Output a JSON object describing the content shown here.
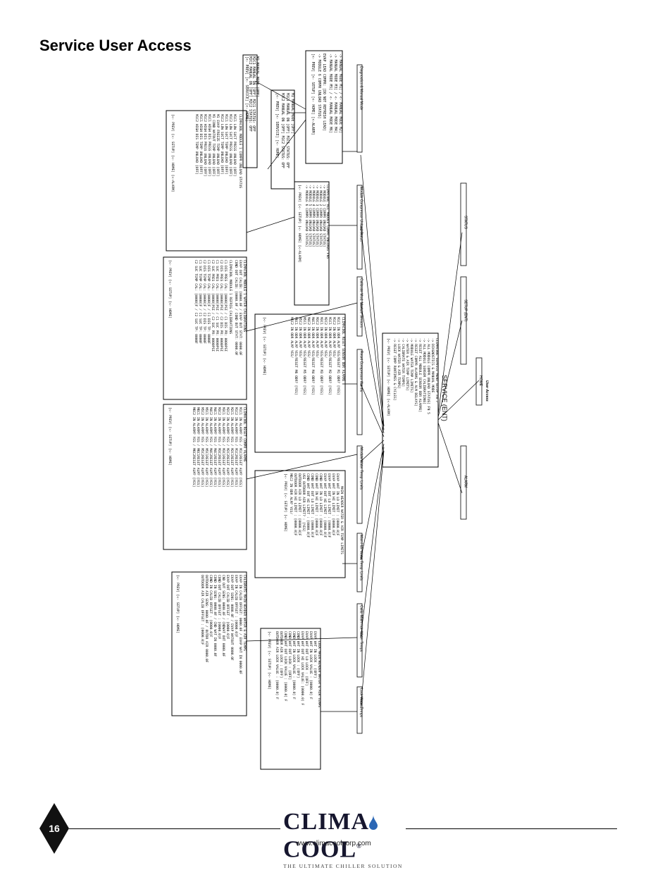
{
  "page": {
    "title": "Service User Access",
    "page_number": "16",
    "website": "www.climacoolcorp.com",
    "logo": {
      "text_left": "CLIMA",
      "text_right": "COOL",
      "tagline": "THE ULTIMATE CHILLER SOLUTION",
      "trademark": "®"
    }
  },
  "top_menu": {
    "heading": "User Access",
    "home": "HOME",
    "service_enter": "SERVICE (ENT)",
    "status": "STATUS",
    "setup": "SETUP (ENT)",
    "alarm": "ALARM"
  },
  "sub_menu_labels": [
    "Diagnostics & Manual Mode",
    "Module Compressor Unload Status",
    "Calibrate Mod. Module Sensors",
    "Reset Compressor Alarms",
    "Module/Water Temp. Limits",
    "Main Hdr. Water Temp. Limits",
    "Calib. Main Hdr. Water Temps",
    "Lock Water Temps"
  ],
  "boxes": {
    "service_menu": [
      "CLIMACOOL SERVICE MENU SETUP FN 7",
      "-> DIAGNOSTICS & MANUAL MODE",
      "-> ALL MODULE COMPR UNLOAD STATUS]   FN 5",
      "-> ALL MODULE SENSOR CALIBRATIONS]",
      "-> RESET ALL MODULE SENSOR ODR ALARMS]",
      "-> RESET COMPR ALARMS & ALM DELAYS]",
      "-> MODULE WATER TEMP LIMITS]",
      "-> WATER & AIR TEMP LIMITS]",
      "-> CALIBRATE WATER TEMPS]",
      "-> LOCK WATER & AIR TEMPS]",
      "-> RESET COMP RUNTIMES & CYCLES]",
      "[<- PREV]   [<- SETUP]   [<- HOME]   [<-ALARM]"
    ],
    "manual_mode": [
      "-> MANUAL MODE M1] / <- MANUAL MODE M2]",
      "-> MANUAL MODE M3] / <- MANUAL MODE M4]",
      "-> MANUAL MODE M5] / <- MANUAL MODE M6]",
      "EVAP LEAD COMPR:   [DO NOT REFRESH LEAD]",
      "-> MODULE 6 COMPR UNLOAD STATUS]",
      "[<- PREV]  [<- SETUP]  [<- HOME]  [<-ALARM]"
    ],
    "m1_manual": [
      "M1 MANUAL MODE   [OFF]",
      "M1C1 MANUAL ON   [OFF]   M1C1 STATUS: OFF",
      "M1C2 MANUAL ON   [OFF]   M1C2 STATUS: OFF",
      "[<- PREV]   [<- SERVICE]   [<- HOME]"
    ],
    "m2_manual": [
      "M2 MANUAL MODE   [OFF]",
      "M2C1 MANUAL ON   [OFF]   M2C1 STATUS: OFF",
      "M2C2 MANUAL ON   [OFF]   M2C2 STATUS: OFF",
      "[<- PREV]   [<- SERVICE]   [<- HOME]"
    ],
    "unload_status": [
      "CLIMACOOL ALL MODULE COMPR UNLOADS FN5",
      "-> MODULE 1 COMPR UNLOAD STATUS]",
      "-> MODULE 2 COMPR UNLOAD STATUS]",
      "-> MODULE 3 COMPR UNLOAD STATUS]",
      "-> MODULE 4 COMPR UNLOAD STATUS]",
      "-> MODULE 5 COMPR UNLOAD STATUS]",
      "-> MODULE 6 COMPR UNLOAD STATUS]",
      "[<- PREV]   [<- SETUP]   [<- HOME]   [<-ALARM]"
    ],
    "module1_unload": [
      "CLIMACOOL MODULE 1 COMPR UNLOAD STATUS",
      "M1C1   LOW SUCT PRESS UNLOAD   [OFF]",
      "M1C2   LOW SUCT PRESS UNLOAD   [OFF]",
      "M1C1   LOW SUCT TEMP UNLOAD   [OFF]",
      "M1C2   LOW SUCT TEMP UNLOAD   [OFF]",
      "M1 EVAP FREEZE TEMP UNLOAD   [OFF]",
      "M1 COND WATOUT TEMP UNLOAD   [OFF]",
      "M1C1   HIGH DIS PRESS UNLOAD   [OFF]",
      "M1C2   HIGH DIS PRESS UNLOAD   [OFF]",
      "M1C1   HIGH DIS TEMP UNLOAD   [OFF]",
      "M1C2   HIGH DIS TEMP UNLOAD   [OFF]",
      "[<- PREV]   [<- SETUP]   [<- HOME]   [<-ALARM]"
    ],
    "sensor_calibrations": [
      "CLIMACOOL MODULE 1 WATER CALIBRATIONS",
      "EVAP OUT CALIB: [0000.0F / EVAP OUT STAT: 0000.0F",
      "COND OUT CALIB: [0000.0F / COND OUT STAT: 0000.0F",
      "CLIMACOOL MODULE 1 REFRIG CALIBRATIONS",
      "C1 DIS PRES CAL: [0000]PSI / C1 DIS PR: 0000PSI",
      "C2 DIS PRES CAL: [0000]PSI / C2 DIS PR: 0000PSI",
      "C1 SUC PRES CAL: [0000]PSI / C1 SUC PR: 0000PSI",
      "C2 SUC PRES CAL: [0000]PSI / C2 SUC PR: 0000PSI",
      "C1 DIS TEMP CAL: [0000]F / C1 DIS TP: 0000F",
      "C2 DIS TEMP CAL: [0000]F / C2 DIS TP: 0000F",
      "C1 SUC TEMP CAL: [0000]F / C1 SUC TP: 0000F",
      "C2 SUC TEMP CAL: [0000]F / C2 SUC TP: 0000F",
      "[<- PREV]   [<- SETUP]   [<- HOME]"
    ],
    "reset_sensor_alarms": [
      "CLIMACOOL RESET SENSOR ODR ALARMS",
      "M1C1 IN ODR ALM?    YES/RESET M1 ODR? [YES]",
      "M1C2 IN ODR ALM?    YES/",
      "M1C1 IN ODR ALM?    YES/RESET M2 ODR? [YES]",
      "M2C2 IN ODR ALM?    YES/",
      "M3C1 IN ODR ALM?    YES/RESET M3 ODR? [YES]",
      "M3C2 IN ODR ALM?    YES/",
      "M4C1 IN ODR ALM?    YES/RESET M4 ODR? [YES]",
      "M4C2 IN ODR ALM?    YES/",
      "M5C1 IN ODR ALM?    YES/RESET M5 ODR? [YES]",
      "M5C2 IN ODR ALM?    YES/",
      "M6C1 IN ODR ALM?    YES/RESET M6 ODR? [YES]",
      "M6C2 IN ODR ALM?    YES/",
      "[<- PREV]   [<- SETUP]   [<- HOME]"
    ],
    "reset_compr_alarms": [
      "CLIMACOOL RESET COMPR ALARMS",
      "M1C1  IN  ALARM?  YES / M1C1RESET  ALM? [YES]",
      "M1C2  IN  ALARM?  YES / M1C2RESET  ALM? [YES]",
      "M2C1  IN  ALARM?  YES / M2C1RESET  ALM? [YES]",
      "M2C2  IN  ALARM?  YES / M2C2RESET  ALM? [YES]",
      "M3C1  IN  ALARM?  YES / M3C1RESET  ALM? [YES]",
      "M3C2  IN  ALARM?  YES / M3C2RESET  ALM? [YES]",
      "M4C1  IN  ALARM?  YES / M4C1RESET  ALM? [YES]",
      "M4C2  IN  ALARM?  YES / M4C2RESET  ALM? [YES]",
      "M5C1  IN  ALARM?  YES / M5C1RESET  ALM? [YES]",
      "M5C2  IN  ALARM?  YES / M5C2RESET  ALM? [YES]",
      "M6C1  IN  ALARM?  YES / M6C1RESET  ALM? [YES]",
      "M6C2  IN  ALARM?  YES / M6C2RESET  ALM? [YES]",
      "[<- PREV]   [<- SETUP]   [<- HOME]"
    ],
    "water_temp_limits": [
      "MAIN HEADER WATER & AIR TEMP LIMITS",
      "EVAP WAT IN LO LIMIT   : [0000.0]F",
      "EVAP WAT IN HI LIMIT   : [0000.0]F",
      "EVAP WAT OUT LO LIMIT  : [0000.0]F",
      "EVAP WAT OUT HI LIMIT  : [0000.0]F",
      "COND WAT IN LO LIMIT   : [0000.0]F",
      "COND WAT IN HI LIMIT   : [0000.0]F",
      "COND WAT OUT LO LIMIT  : [0000.0]F",
      "COND WAT OUT HI LIMIT  : [0000.0]F",
      "USE OUTDOOR AIR LIMIT? : [YES]",
      "OUTDOOR AIR LO LIMIT   : [0000.0]F",
      "OUTDOOR AIR HI LIMIT   : [0000.0]F",
      "M6C2 IN ODR ALM?    YES/",
      "[<- PREV]   [<- SETUP]   [<- HOME]"
    ],
    "calibrate_main_header": [
      "CALIBRATE MAIN HEADER WATER & AIR TEMPS",
      "EVAP IN CALIB OFFSET: 0000.0F / EVAP WAT IN 0000.0F",
      "EVAP IN CALIB OFFSET       : [0000.0]F",
      "EVAP OUT SENS: 0000.0F / EVAP WATOUT 0000.0F",
      "EVAP OUT CALIB OFFSET      : [0000.0]F",
      "CND OUT SENS: 0000.0F / CNDWAT OUT 0000.0F",
      "COND OUT CALIB OFFSET      : [0000.0]F",
      "COND IN SENS: 0000.0F / CND WAT IN 0000.0F",
      "COND IN CALIB OFFSET       : [0000.0]F",
      "OUTDOOR AIR SENS: 0000.0F / OUTDR AIR 0000.0F",
      "OUTDOOR AIR CALIB OFFSET   : [0000.0]F",
      "[<- PREV]   [<- SETUP]   [<- HOME]"
    ],
    "lock_temps": [
      "LOCK MAIN HEADER WATER & AIR TEMPS",
      "EVAP WAT IN LOCK          : [OFF]",
      "EVAP WAT IN LOCK VALUE    : [0000.0] F",
      "EVAP WAT OUT LO LOCK      : [OFF]",
      "EVAP WAT OUT HI LOCK VALUE: [0000.0] F",
      "COND WAT IN LOCK          : [OFF]",
      "COND WAT IN LOCK VALUE    : [0000.0] F",
      "COND WAT OUT LOCK         : [OFF]",
      "COND WAT OUT LOCK VALUE   : [0000.0] F",
      "OUTDOOR AIR LOCK          : [OFF]",
      "OUTDOOR AIR LOCK VALUE    : [0000.0] F",
      "[<- PREV]   [<- SETUP]   [<- HOME]"
    ]
  }
}
